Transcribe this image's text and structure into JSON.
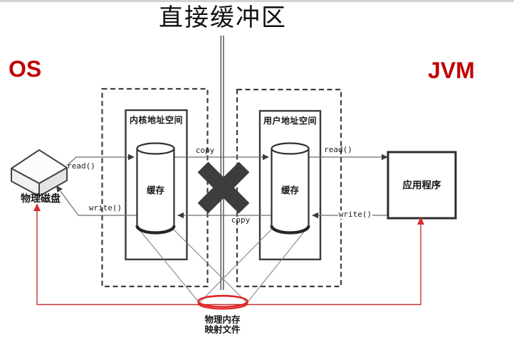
{
  "title": "直接缓冲区",
  "sections": {
    "os_label": "OS",
    "jvm_label": "JVM"
  },
  "diagram": {
    "kernel_space": {
      "label": "内核地址空间",
      "buffer_label": "缓存"
    },
    "user_space": {
      "label": "用户地址空间",
      "buffer_label": "缓存"
    },
    "physical_disk_label": "物理磁盘",
    "application_label": "应用程序",
    "mapped_file": {
      "line1": "物理内存",
      "line2": "映射文件"
    },
    "arrows": {
      "disk_read": "read()",
      "kernel_to_user_copy": "copy",
      "user_read": "read()",
      "app_write": "write()",
      "user_to_kernel_copy": "copy",
      "kernel_write": "write()"
    }
  },
  "colors": {
    "accent_red": "#c00000",
    "mapping_line_red": "#c53030",
    "ellipse_red": "#e02424",
    "line_gray": "#6e6e6e",
    "shape_dark": "#303030",
    "cross_dark": "#3d3d3d"
  }
}
